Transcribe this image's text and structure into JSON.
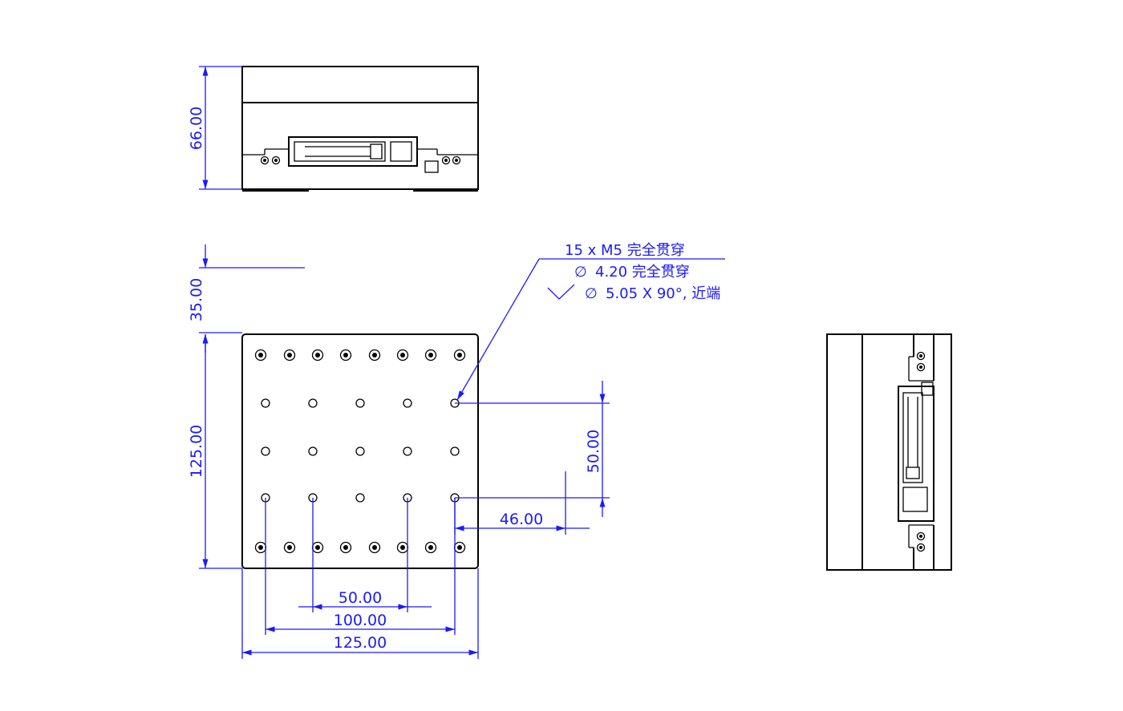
{
  "dimensions": {
    "top_height": "66.00",
    "left_offset": "35.00",
    "plate_height": "125.00",
    "plate_width": "125.00",
    "inner_50": "50.00",
    "inner_100": "100.00",
    "vertical_50": "50.00",
    "offset_46": "46.00"
  },
  "hole_note": {
    "line1": "15 x  M5  完全贯穿",
    "line2": "4.20 完全贯穿",
    "line3": "5.05 X 90°, 近端",
    "diameter_symbol": "∅"
  },
  "colors": {
    "dimension": "#1a1aff",
    "geometry": "#000000"
  }
}
